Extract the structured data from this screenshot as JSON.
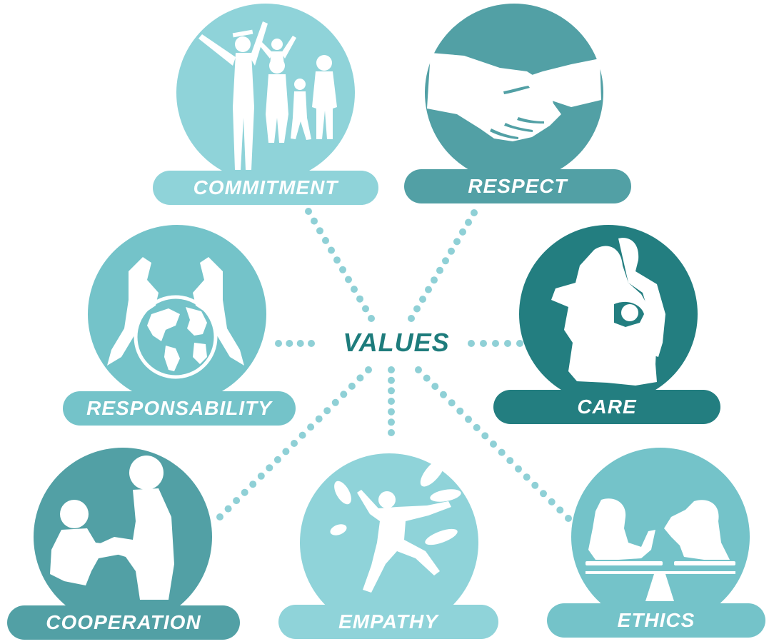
{
  "center": {
    "label": "VALUES"
  },
  "values": [
    {
      "label": "COMMITMENT",
      "color": "#8fd3d9",
      "icon": "graduation-family-icon"
    },
    {
      "label": "RESPECT",
      "color": "#52a0a5",
      "icon": "handshake-icon"
    },
    {
      "label": "RESPONSABILITY",
      "color": "#74c3c9",
      "icon": "hands-globe-icon"
    },
    {
      "label": "CARE",
      "color": "#237e80",
      "icon": "family-hug-icon"
    },
    {
      "label": "COOPERATION",
      "color": "#52a0a5",
      "icon": "helping-hand-icon"
    },
    {
      "label": "EMPATHY",
      "color": "#8fd3d9",
      "icon": "jumping-person-icon"
    },
    {
      "label": "ETHICS",
      "color": "#74c3c9",
      "icon": "scale-balance-icon"
    }
  ],
  "colors": {
    "dots": "#8fd0d6",
    "center_text": "#1e7c7c",
    "silhouette": "#ffffff"
  }
}
